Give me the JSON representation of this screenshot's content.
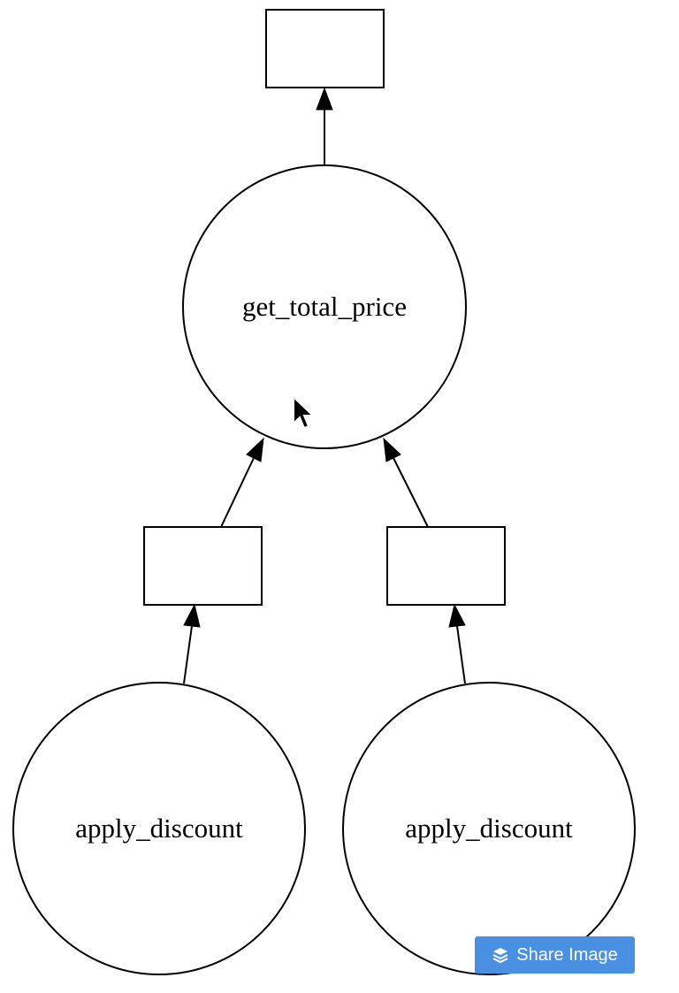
{
  "diagram": {
    "nodes": [
      {
        "id": "out_top",
        "shape": "box",
        "label": ""
      },
      {
        "id": "get_total_price",
        "shape": "circle",
        "label": "get_total_price"
      },
      {
        "id": "data_left",
        "shape": "box",
        "label": ""
      },
      {
        "id": "data_right",
        "shape": "box",
        "label": ""
      },
      {
        "id": "apply_discount_left",
        "shape": "circle",
        "label": "apply_discount"
      },
      {
        "id": "apply_discount_right",
        "shape": "circle",
        "label": "apply_discount"
      }
    ],
    "edges": [
      {
        "from": "get_total_price",
        "to": "out_top"
      },
      {
        "from": "data_left",
        "to": "get_total_price"
      },
      {
        "from": "data_right",
        "to": "get_total_price"
      },
      {
        "from": "apply_discount_left",
        "to": "data_left"
      },
      {
        "from": "apply_discount_right",
        "to": "data_right"
      }
    ]
  },
  "share_button": {
    "label": "Share Image",
    "icon": "layers-icon",
    "color": "#4a90e2"
  },
  "cursor": {
    "icon": "mouse-pointer-icon"
  }
}
